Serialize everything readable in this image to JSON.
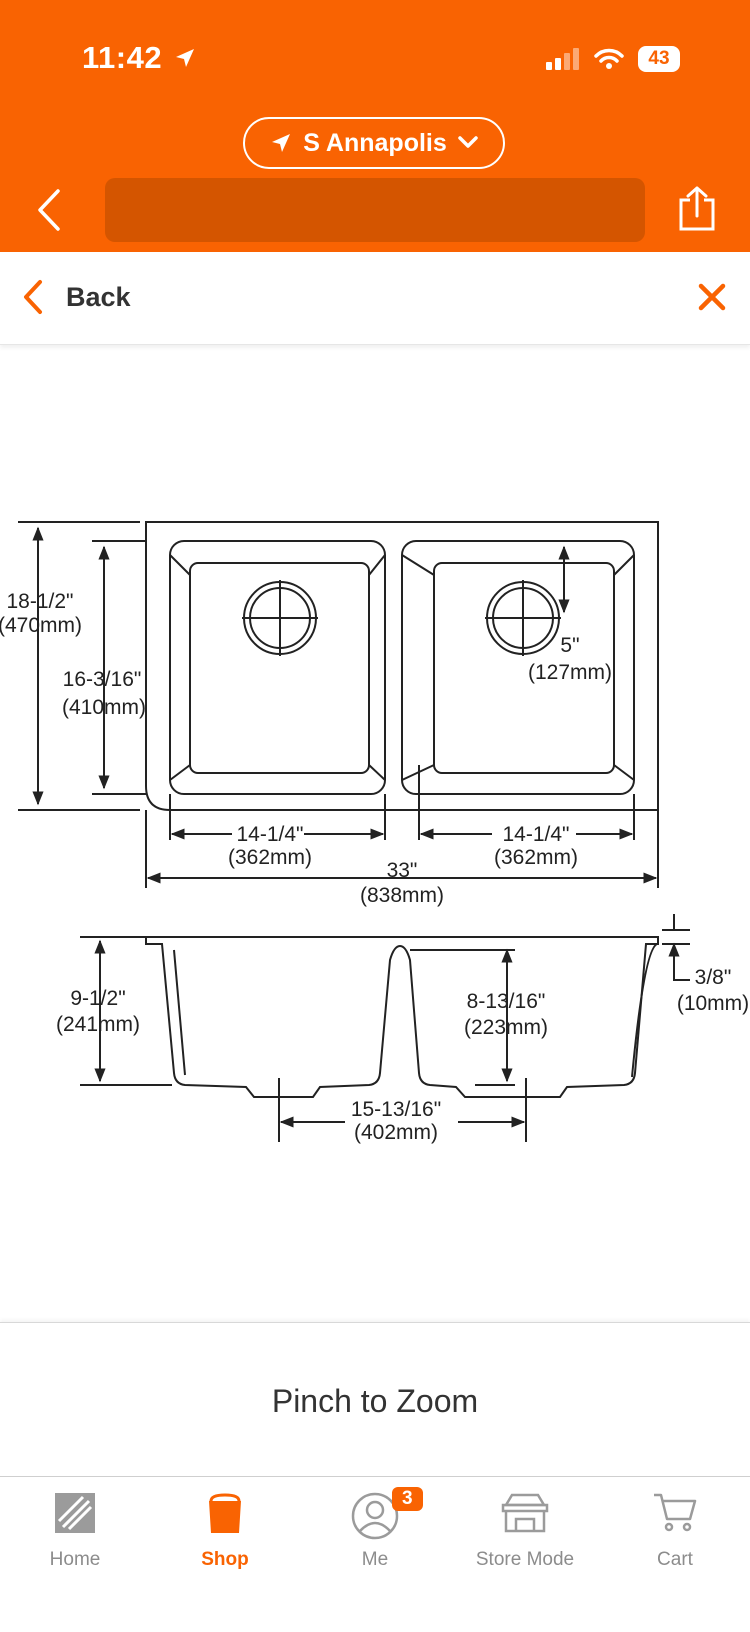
{
  "status_bar": {
    "time": "11:42",
    "battery": "43"
  },
  "header": {
    "store": "S Annapolis",
    "search_placeholder": "",
    "accent": "#f96302"
  },
  "nav": {
    "back_label": "Back"
  },
  "diagram": {
    "overall_depth": "18-1/2\"",
    "overall_depth_mm": "(470mm)",
    "bowl_depth": "16-3/16\"",
    "bowl_depth_mm": "(410mm)",
    "drain_offset": "5\"",
    "drain_offset_mm": "(127mm)",
    "left_bowl_width": "14-1/4\"",
    "left_bowl_width_mm": "(362mm)",
    "right_bowl_width": "14-1/4\"",
    "right_bowl_width_mm": "(362mm)",
    "overall_width": "33\"",
    "overall_width_mm": "(838mm)",
    "total_height": "9-1/2\"",
    "total_height_mm": "(241mm)",
    "divider_height": "8-13/16\"",
    "divider_height_mm": "(223mm)",
    "rim_thickness": "3/8\"",
    "rim_thickness_mm": "(10mm)",
    "drain_spacing": "15-13/16\"",
    "drain_spacing_mm": "(402mm)"
  },
  "zoom_hint": "Pinch to Zoom",
  "tabbar": {
    "items": [
      {
        "label": "Home",
        "icon": "home-depot-logo-icon"
      },
      {
        "label": "Shop",
        "icon": "shop-bucket-icon"
      },
      {
        "label": "Me",
        "icon": "user-icon"
      },
      {
        "label": "Store Mode",
        "icon": "store-icon"
      },
      {
        "label": "Cart",
        "icon": "cart-icon"
      }
    ],
    "active": "Shop",
    "me_badge": "3"
  }
}
